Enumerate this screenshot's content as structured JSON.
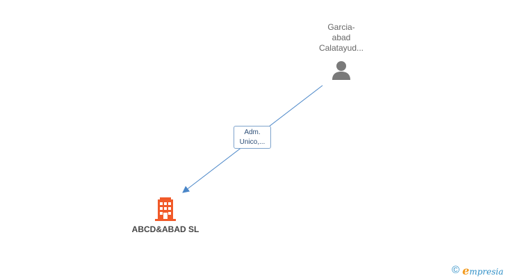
{
  "person": {
    "name_lines": [
      "Garcia-",
      "abad",
      "Calatayud..."
    ],
    "icon": "person-icon"
  },
  "company": {
    "name": "ABCD&ABAD SL",
    "icon": "building-icon"
  },
  "relation": {
    "label_lines": [
      "Adm.",
      "Unico,..."
    ]
  },
  "brand": {
    "copyright": "©",
    "initial": "e",
    "rest": "mpresia"
  },
  "colors": {
    "edge": "#4a86c8",
    "company_icon": "#f15a29",
    "person_icon": "#7a7a7a",
    "label_border": "#7ea3cc",
    "label_text": "#2e4f78",
    "brand_blue": "#2f8fc7",
    "brand_orange": "#f29a1f"
  }
}
